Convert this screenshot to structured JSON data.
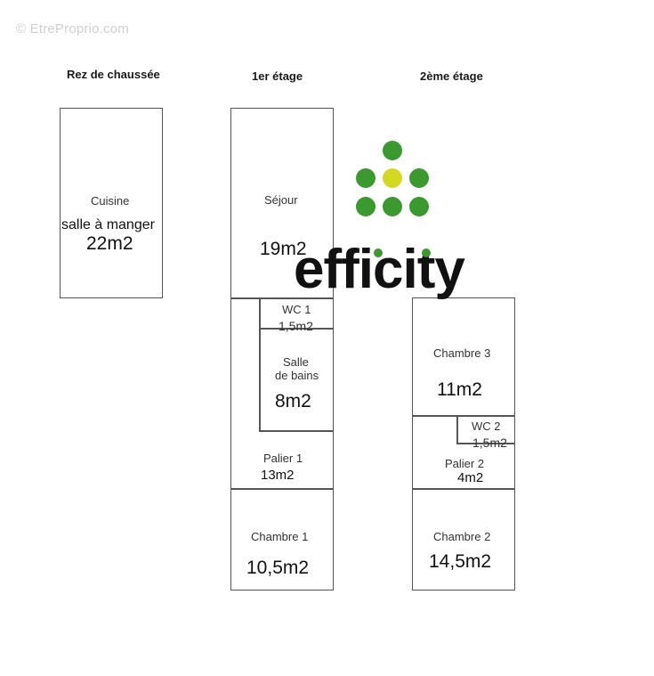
{
  "watermark": "© EtreProprio.com",
  "floors": {
    "ground": "Rez de chaussée",
    "first": "1er étage",
    "second": "2ème étage"
  },
  "rooms": {
    "cuisine": {
      "name": "Cuisine",
      "sub": "salle à manger",
      "area": "22m2"
    },
    "sejour": {
      "name": "Séjour",
      "area": "19m2"
    },
    "wc1": {
      "name": "WC 1",
      "area": "1,5m2"
    },
    "sdb": {
      "name_line1": "Salle",
      "name_line2": "de bains",
      "area": "8m2"
    },
    "palier1": {
      "name": "Palier 1",
      "area": "13m2"
    },
    "chambre1": {
      "name": "Chambre 1",
      "area": "10,5m2"
    },
    "chambre3": {
      "name": "Chambre 3",
      "area": "11m2"
    },
    "wc2": {
      "name": "WC 2",
      "area": "1,5m2"
    },
    "palier2": {
      "name": "Palier 2",
      "area": "4m2"
    },
    "chambre2": {
      "name": "Chambre 2",
      "area": "14,5m2"
    }
  },
  "logo": {
    "brand": "efficity",
    "green": "#3a9a2e",
    "yellow": "#d4d820"
  }
}
